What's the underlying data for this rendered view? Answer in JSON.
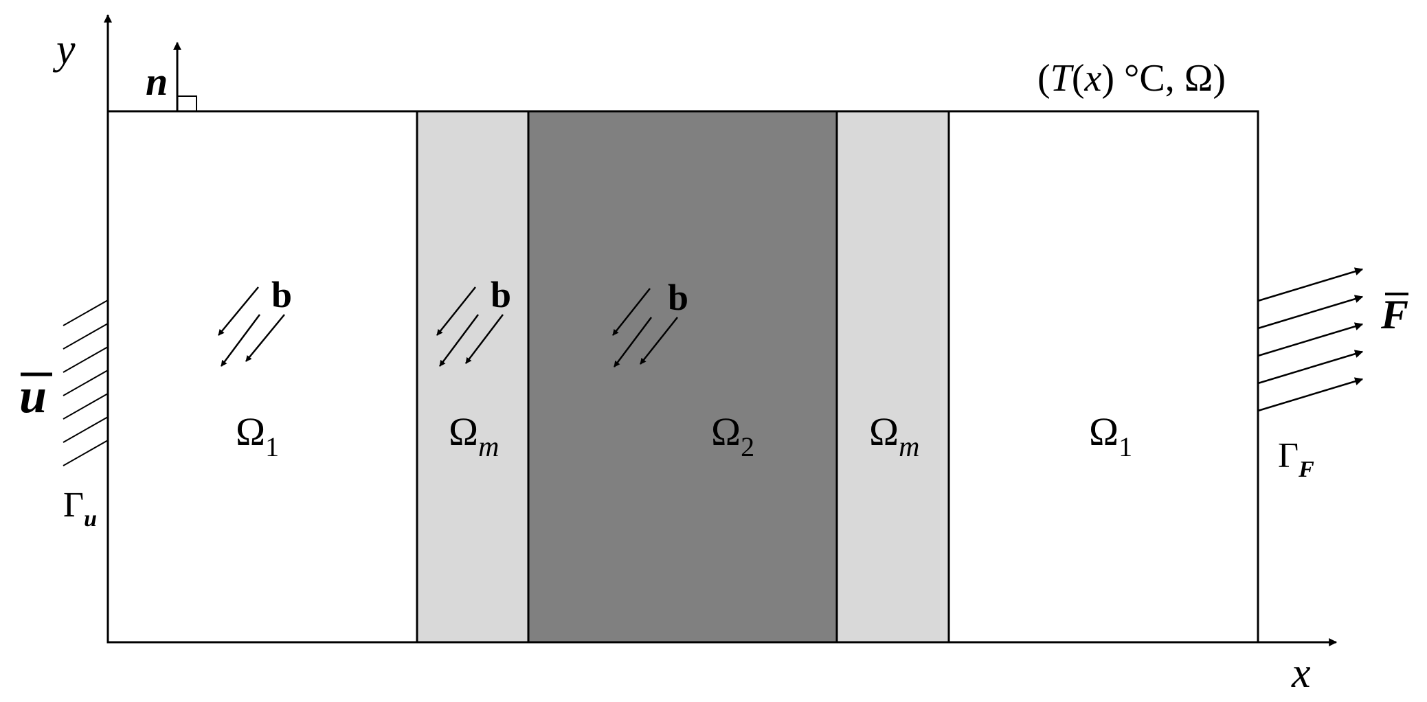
{
  "labels": {
    "axis_y": "y",
    "axis_x": "x",
    "normal": "n",
    "temperature": "(T(x) °C, Ω)",
    "body_force": "b",
    "displacement": "u",
    "traction": "F",
    "gamma": "Γ",
    "gamma_u_sub": "u",
    "gamma_f_sub": "F",
    "omega": "Ω",
    "sub_1": "1",
    "sub_2": "2",
    "sub_m": "m"
  },
  "temperature_parts": {
    "open": "(",
    "T": "T",
    "paren_x_open": "(",
    "x": "x",
    "rest": ") °C, Ω)"
  },
  "colors": {
    "omega_1": "#ffffff",
    "omega_m": "#d9d9d9",
    "omega_2": "#808080",
    "stroke": "#000000"
  }
}
